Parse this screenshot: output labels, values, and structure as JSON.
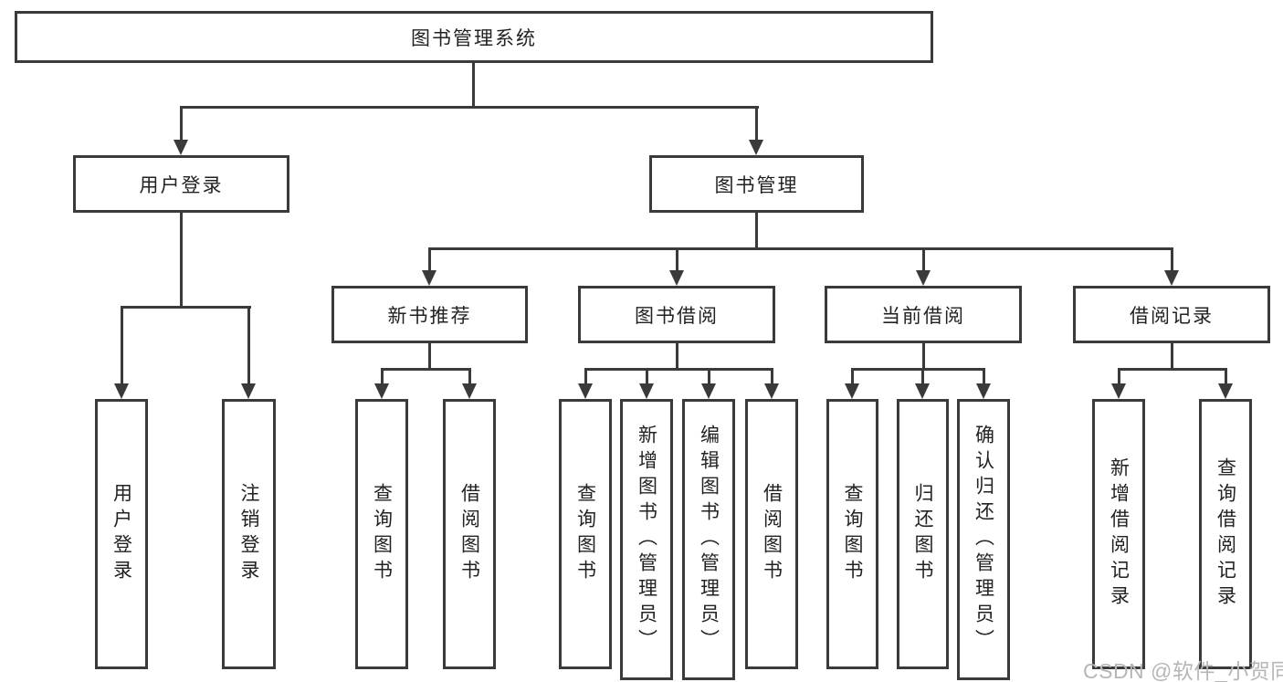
{
  "diagram_type": "functional-structure-tree",
  "tree": {
    "label": "图书管理系统",
    "children": [
      {
        "label": "用户登录",
        "children": [
          {
            "label": "用户登录"
          },
          {
            "label": "注销登录"
          }
        ]
      },
      {
        "label": "图书管理",
        "children": [
          {
            "label": "新书推荐",
            "children": [
              {
                "label": "查询图书"
              },
              {
                "label": "借阅图书"
              }
            ]
          },
          {
            "label": "图书借阅",
            "children": [
              {
                "label": "查询图书"
              },
              {
                "label": "新增图书（管理员）"
              },
              {
                "label": "编辑图书（管理员）"
              },
              {
                "label": "借阅图书"
              }
            ]
          },
          {
            "label": "当前借阅",
            "children": [
              {
                "label": "查询图书"
              },
              {
                "label": "归还图书"
              },
              {
                "label": "确认归还（管理员）"
              }
            ]
          },
          {
            "label": "借阅记录",
            "children": [
              {
                "label": "新增借阅记录"
              },
              {
                "label": "查询借阅记录"
              }
            ]
          }
        ]
      }
    ]
  },
  "watermark": "CSDN @软件_小贺同学",
  "colors": {
    "line": "#3a3a3a",
    "text": "#222222",
    "background": "#ffffff",
    "watermark": "#b6b6b6"
  }
}
